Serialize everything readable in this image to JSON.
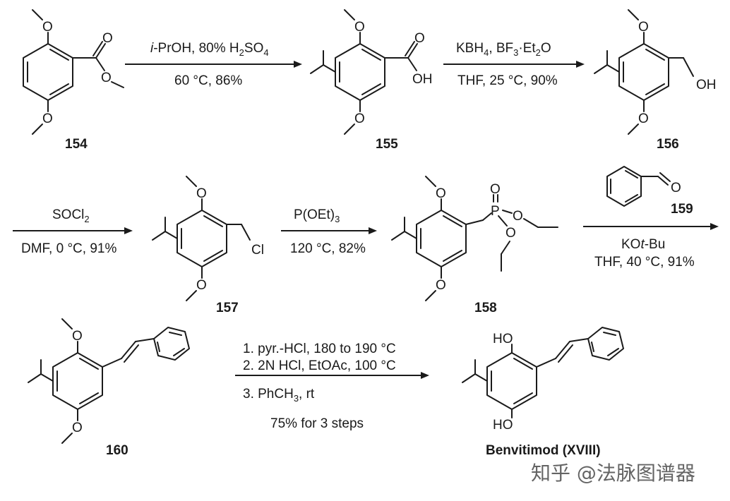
{
  "compounds": {
    "c154": {
      "label": "154"
    },
    "c155": {
      "label": "155"
    },
    "c156": {
      "label": "156"
    },
    "c157": {
      "label": "157"
    },
    "c158": {
      "label": "158"
    },
    "c159": {
      "label": "159"
    },
    "c160": {
      "label": "160"
    },
    "product": {
      "label": "Benvitimod (XVIII)"
    }
  },
  "atoms": {
    "O": "O",
    "OH": "OH",
    "HO": "HO",
    "Cl": "Cl",
    "P": "P"
  },
  "steps": {
    "s1": {
      "top_prefix": "i",
      "top_rest": "-PrOH, 80% H",
      "top_sub": "2",
      "top_tail": "SO",
      "top_sub2": "4",
      "bottom": "60 °C, 86%"
    },
    "s2": {
      "top_a": "KBH",
      "top_a_sub": "4",
      "top_b": ", BF",
      "top_b_sub": "3",
      "top_c": "·Et",
      "top_c_sub": "2",
      "top_d": "O",
      "bottom": "THF, 25 °C, 90%"
    },
    "s3": {
      "top": "SOCl",
      "top_sub": "2",
      "bottom": "DMF, 0 °C, 91%"
    },
    "s4": {
      "top": "P(OEt)",
      "top_sub": "3",
      "bottom": "120 °C, 82%"
    },
    "s5": {
      "line1_a": "KO",
      "line1_b": "t",
      "line1_c": "-Bu",
      "line2": "THF, 40 °C, 91%"
    },
    "s6": {
      "line1": "1. pyr.-HCl, 180 to 190 °C",
      "line2": "2. 2N HCl, EtOAc, 100 °C",
      "line3_a": "3. PhCH",
      "line3_sub": "3",
      "line3_b": ", rt",
      "yield": "75% for 3 steps"
    }
  },
  "watermark": "知乎 @法脉图谱器"
}
